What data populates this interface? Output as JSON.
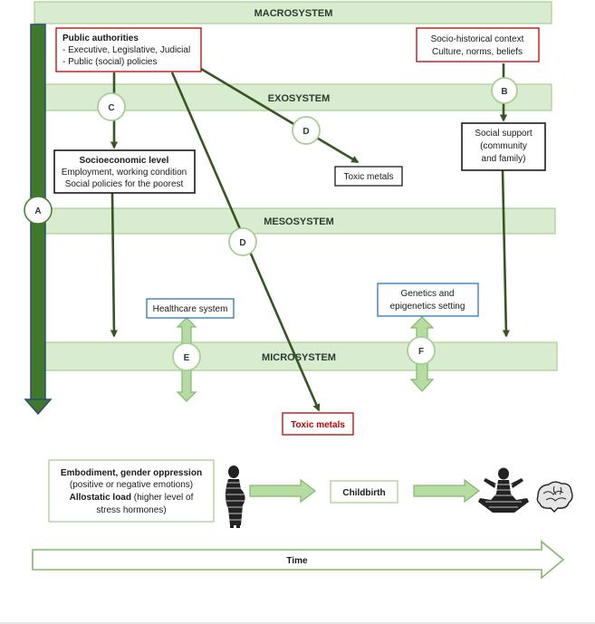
{
  "bands": {
    "macro": "MACROSYSTEM",
    "exo": "EXOSYSTEM",
    "meso": "MESOSYSTEM",
    "micro": "MICROSYSTEM"
  },
  "public_authorities": {
    "title": "Public authorities",
    "line1": "- Executive, Legislative, Judicial",
    "line2": "- Public (social) policies"
  },
  "sociohistorical": {
    "line1": "Socio-historical context",
    "line2": "Culture, norms, beliefs"
  },
  "socioeconomic": {
    "title": "Socioeconomic level",
    "line1": "Employment, working condition",
    "line2": "Social policies for the poorest"
  },
  "social_support": {
    "line1": "Social support",
    "line2": "(community",
    "line3": "and family)"
  },
  "toxic_metals_exo": "Toxic metals",
  "toxic_metals_micro": "Toxic metals",
  "healthcare": "Healthcare system",
  "genetics": {
    "line1": "Genetics and",
    "line2": "epigenetics setting"
  },
  "circles": {
    "a": "A",
    "b": "B",
    "c": "C",
    "d1": "D",
    "d2": "D",
    "e": "E",
    "f": "F"
  },
  "embodiment": {
    "line1": "Embodiment, gender oppression",
    "line2": "(positive or negative emotions)",
    "line3_bold": "Allostatic load",
    "line3_rest": " (higher level of",
    "line4": "stress hormones)"
  },
  "childbirth": "Childbirth",
  "time": "Time",
  "colors": {
    "band_fill": "#d9ecd0",
    "band_stroke": "#a9cf94",
    "arrow_dark": "#375623",
    "axis_green": "#3f7a2a",
    "axis_blue": "#2e4a7a",
    "red_border": "#c00000",
    "blue_border": "#2e75b6"
  },
  "icons": [
    "pregnant-woman-icon",
    "meditating-woman-icon",
    "brain-icon"
  ]
}
